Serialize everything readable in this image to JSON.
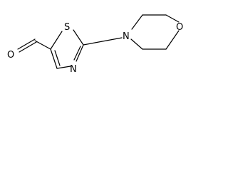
{
  "molecule": {
    "atoms": {
      "aldehyde_oxygen": "O",
      "thiazole_sulfur": "S",
      "thiazole_nitrogen": "N",
      "morpholine_nitrogen": "N",
      "morpholine_oxygen": "O"
    },
    "colors": {
      "bonds": "#000000",
      "labels": "#000000",
      "background": "#ffffff"
    }
  }
}
